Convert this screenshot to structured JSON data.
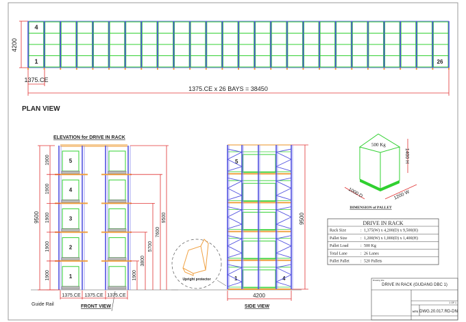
{
  "plan_view": {
    "title": "PLAN VIEW",
    "depth_dim": "4200",
    "bay_dim": "1375.CE",
    "total_dim": "1375.CE x 26 BAYS = 38450",
    "first_bay_top": "4",
    "first_bay_bottom": "1",
    "last_bay": "26"
  },
  "front_view": {
    "heading": "ELEVATION for DRIVE IN RACK",
    "title": "FRONT VIEW",
    "total_height": "9500",
    "level_dims": [
      "1900",
      "1900",
      "1900",
      "1900",
      "1900"
    ],
    "level_labels": [
      "5",
      "4",
      "3",
      "2",
      "1"
    ],
    "cumulative_dims": [
      "1900",
      "3800",
      "5700",
      "7600",
      "9500"
    ],
    "bay_dims": [
      "1375.CE",
      "1375.CE",
      "1375.CE"
    ],
    "guide_rail": "Guide Rail"
  },
  "side_view": {
    "title": "SIDE VIEW",
    "height_dim": "9500",
    "depth_dim": "4200",
    "label_top": "5",
    "label_bottom_left": "1",
    "label_bottom_right": "4",
    "detail_label": "Upright protector"
  },
  "pallet": {
    "weight": "500 Kg",
    "height": "1400 H",
    "depth": "1000 D",
    "width": "1200 W",
    "caption": "DIMENSION of PALLET"
  },
  "spec_table": {
    "title": "DRIVE IN RACK",
    "rows": [
      {
        "label": "Rack  Size",
        "sep": ":",
        "value": "1,375(W) x 4,200(D) x 9,500(H)"
      },
      {
        "label": "Pallet Size",
        "sep": ":",
        "value": "1,200(W) x 1,000(D) x 1,400(H)"
      },
      {
        "label": "Pallet Load",
        "sep": ":",
        "value": "500 Kg"
      },
      {
        "label": "Total Lane",
        "sep": ":",
        "value": "26 Lanes"
      },
      {
        "label": "Pallet Pallet",
        "sep": ":",
        "value": "520 Pallets"
      }
    ]
  },
  "title_block": {
    "drawing_title_label": "Drawing title",
    "drawing_title": "DRIVE IN RACK (GUDANG DBC 1)",
    "scale": "NTS",
    "drawing_number": "DWG.20.017.RD-DN",
    "page": "1 OF 1"
  },
  "colors": {
    "dimension": "#e03030",
    "upright": "#5050e0",
    "pallet": "#30d030",
    "beam": "#f0a040"
  }
}
